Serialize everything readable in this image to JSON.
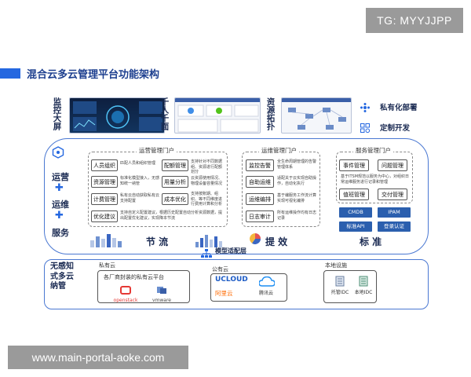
{
  "watermark_top": "TG: MYYJJPP",
  "watermark_bottom": "www.main-portal-aoke.com",
  "title": "混合云多云管理平台功能架构",
  "top_features": [
    {
      "label": "监控大屏"
    },
    {
      "label": "千人千面"
    },
    {
      "label": "资源拓扑"
    }
  ],
  "right_features": [
    "私有化部署",
    "定制开发"
  ],
  "side_labels": {
    "op": "运营",
    "maint": "运维",
    "service": "服务"
  },
  "ops_portal": {
    "title": "运营管理门户",
    "items": [
      {
        "label": "人员组织",
        "desc": "匹配人员和组织管理"
      },
      {
        "label": "资源管理",
        "desc": "标准化模型接入，无感知统一纳管"
      },
      {
        "label": "计费管理",
        "desc": "私有云自动获取私有云支持配置"
      },
      {
        "label": "优化建议",
        "desc": "支持自定义配置建议，根据历史配置自动分析资源数据，提出配置优化建议，实现降本节流"
      }
    ],
    "items2": [
      {
        "label": "配额管理",
        "desc": "支持针对不同数据组、资源进行配额划分"
      },
      {
        "label": "用量分析",
        "desc": "云资源使用情况、物理设备容量情况"
      },
      {
        "label": "成本优化",
        "desc": "支持按账期、组织、等不同维度进行费用计算和分析"
      }
    ],
    "footer": "节 流"
  },
  "maint_portal": {
    "title": "运维管理门户",
    "items": [
      {
        "label": "监控告警",
        "desc": "全生命周期管理的告警管理体系"
      },
      {
        "label": "自助运维",
        "desc": "适配关于云实现自助操作，自动化执行"
      },
      {
        "label": "运维编排",
        "desc": "基于编服务工作流计算实现可视化编排"
      },
      {
        "label": "日志审计",
        "desc": "所有运维操作均有日志记录"
      }
    ],
    "footer": "提 效"
  },
  "service_portal": {
    "title": "服务管理门户",
    "items": [
      "事件管理",
      "问题管理",
      "值班管理",
      "交付管理"
    ],
    "desc": "基于ITSM规范以服务为中心，对组织日常运维服务进行记录和管理",
    "chips": [
      "CMDB",
      "IPAM",
      "标准API",
      "登录认证"
    ],
    "footer": "标 准"
  },
  "adapter": "模型适配层",
  "bottom_label": "无感知式多云纳管",
  "private_cloud": {
    "title": "私有云",
    "caption": "各厂商封装的私有云平台",
    "vendors": [
      "openstack",
      "vmware"
    ]
  },
  "public_cloud": {
    "title": "公有云",
    "vendors": [
      "UCLOUD",
      "阿里云",
      "腾讯云"
    ]
  },
  "local": {
    "title": "本地设施",
    "items": [
      "托管IDC",
      "本地IDC"
    ]
  }
}
